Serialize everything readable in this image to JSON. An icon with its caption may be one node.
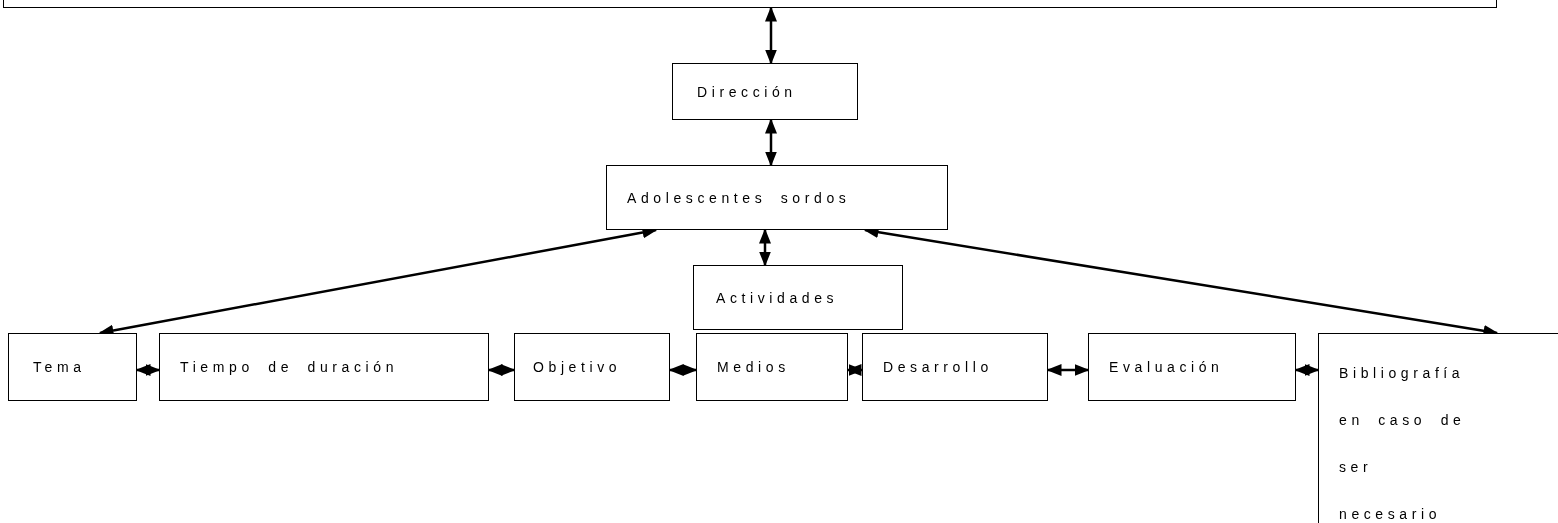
{
  "diagram": {
    "nodes": [
      {
        "text": [],
        "shape": "box"
      },
      {
        "text": [
          "Dirección"
        ]
      },
      {
        "text": [
          "Adolescentes sordos"
        ]
      },
      {
        "text": [
          "Actividades"
        ]
      },
      {
        "text": [
          "Tema"
        ]
      },
      {
        "text": [
          "Tiempo de duración"
        ]
      },
      {
        "text": [
          "Objetivo"
        ]
      },
      {
        "text": [
          "Medios"
        ]
      },
      {
        "text": [
          "Desarrollo"
        ]
      },
      {
        "text": [
          "Evaluación"
        ]
      },
      {
        "text": [
          "Bibliografía en caso de ser necesario"
        ]
      }
    ],
    "edges": [
      {
        "from": 0,
        "to": 1,
        "arrow": "both"
      },
      {
        "from": 1,
        "to": 2,
        "arrow": "both"
      },
      {
        "from": 2,
        "to": 3,
        "arrow": "both"
      },
      {
        "from": 2,
        "to": 4,
        "arrow": "both"
      },
      {
        "from": 2,
        "to": 10,
        "arrow": "both"
      },
      {
        "from": 4,
        "to": 5,
        "arrow": "both"
      },
      {
        "from": 5,
        "to": 6,
        "arrow": "both"
      },
      {
        "from": 6,
        "to": 7,
        "arrow": "both"
      },
      {
        "from": 7,
        "to": 8,
        "arrow": "both"
      },
      {
        "from": 8,
        "to": 9,
        "arrow": "both"
      },
      {
        "from": 9,
        "to": 10,
        "arrow": "both"
      }
    ]
  }
}
